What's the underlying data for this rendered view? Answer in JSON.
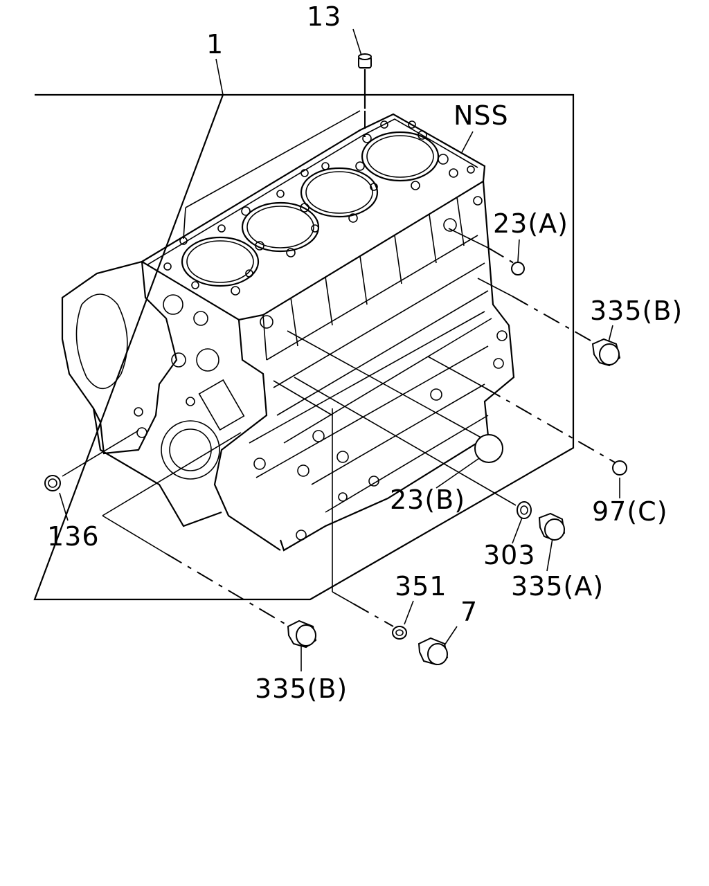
{
  "diagram": {
    "labels": {
      "assembly": "1",
      "dowel": "13",
      "nss": "NSS",
      "plug_23a": "23(A)",
      "plug_335b_right": "335(B)",
      "plug_97c": "97(C)",
      "plug_23b": "23(B)",
      "gasket_303": "303",
      "plug_335a": "335(A)",
      "gasket_351": "351",
      "bolt_7": "7",
      "plug_335b_bottom": "335(B)",
      "plug_136": "136"
    }
  }
}
